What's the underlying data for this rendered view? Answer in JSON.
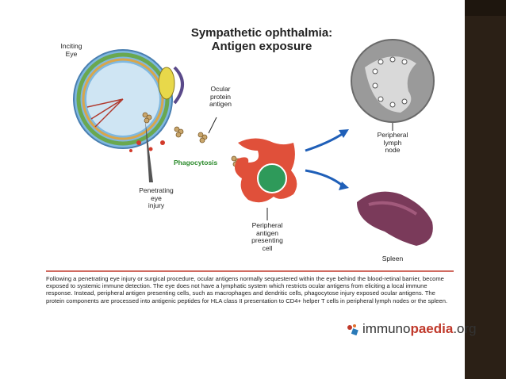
{
  "title_line1": "Sympathetic ophthalmia:",
  "title_line2": "Antigen exposure",
  "labels": {
    "inciting_eye": "Inciting\nEye",
    "ocular_protein_antigen": "Ocular\nprotein\nantigen",
    "phagocytosis": "Phagocytosis",
    "penetrating_injury": "Penetrating\neye\ninjury",
    "peripheral_apc": "Peripheral\nantigen\npresenting\ncell",
    "peripheral_lymph_node": "Peripheral\nlymph\nnode",
    "spleen": "Spleen"
  },
  "caption": "Following a penetrating eye injury or surgical procedure, ocular antigens normally sequestered within the eye behind the blood-retinal barrier, become exposed to systemic immune detection. The eye does not have a lymphatic system which restricts ocular antigens from eliciting a local immune response. Instead, peripheral antigen presenting cells, such as macrophages and dendritic cells, phagocytose injury exposed ocular antigens. The protein components are processed into antigenic peptides for HLA class II presentation to CD4+ helper T cells in peripheral lymph nodes or the spleen.",
  "logo": {
    "part1": "immuno",
    "part2": "paedia",
    "part3": ".org"
  },
  "colors": {
    "sidebar": "#2b2016",
    "accent_red": "#c0392b",
    "arrow_blue": "#1f5fb8",
    "phago_green": "#2a8a2a"
  }
}
